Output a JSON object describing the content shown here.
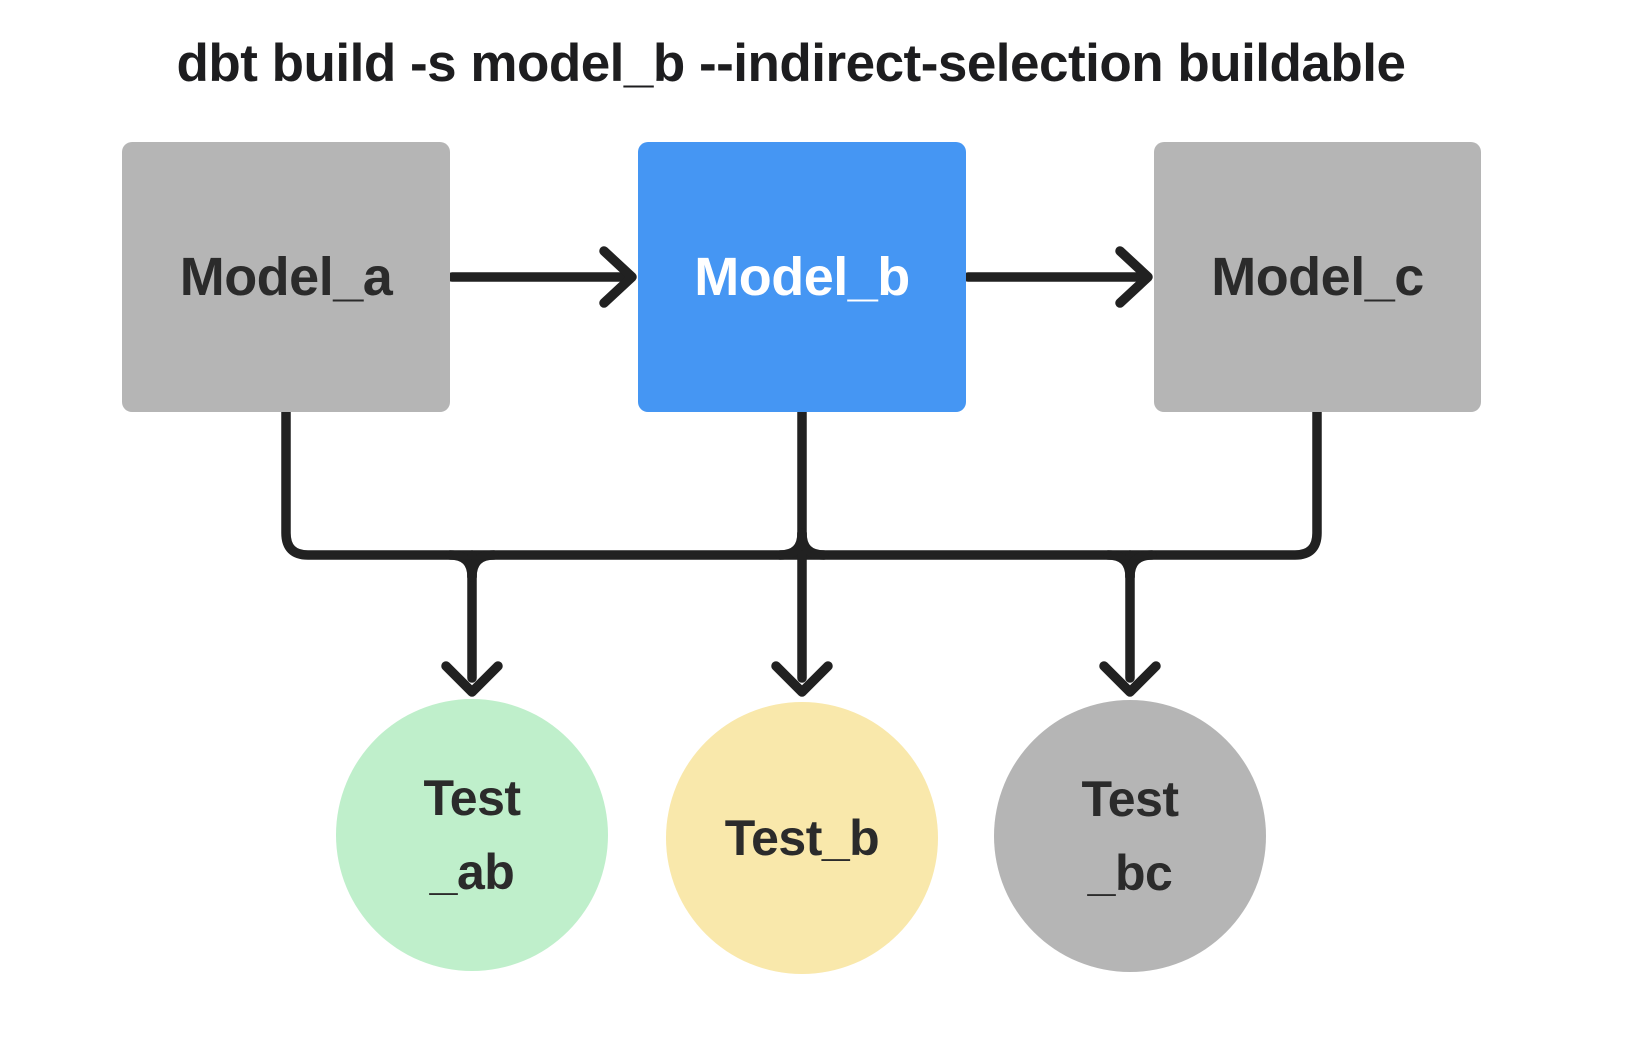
{
  "title": "dbt build -s model_b --indirect-selection buildable",
  "colors": {
    "selected_model_blue": "#4596f3",
    "unselected_gray": "#b5b5b5",
    "test_green": "#bfefcb",
    "test_yellow": "#f9e8ab",
    "edge_black": "#212121",
    "background": "#ffffff",
    "title_text": "#1d1d1f"
  },
  "nodes": {
    "model_a": {
      "label": "Model_a"
    },
    "model_b": {
      "label": "Model_b"
    },
    "model_c": {
      "label": "Model_c"
    },
    "test_ab": {
      "lines": [
        "Test",
        "_ab"
      ]
    },
    "test_b": {
      "lines": [
        "Test_b"
      ]
    },
    "test_bc": {
      "lines": [
        "Test",
        "_bc"
      ]
    }
  },
  "edges": {
    "arrows": [
      {
        "from": "model_a",
        "to": "model_b"
      },
      {
        "from": "model_b",
        "to": "model_c"
      }
    ],
    "bus": {
      "sources": [
        "model_a",
        "model_b",
        "model_c"
      ],
      "targets": [
        "test_ab",
        "test_b",
        "test_bc"
      ]
    }
  }
}
